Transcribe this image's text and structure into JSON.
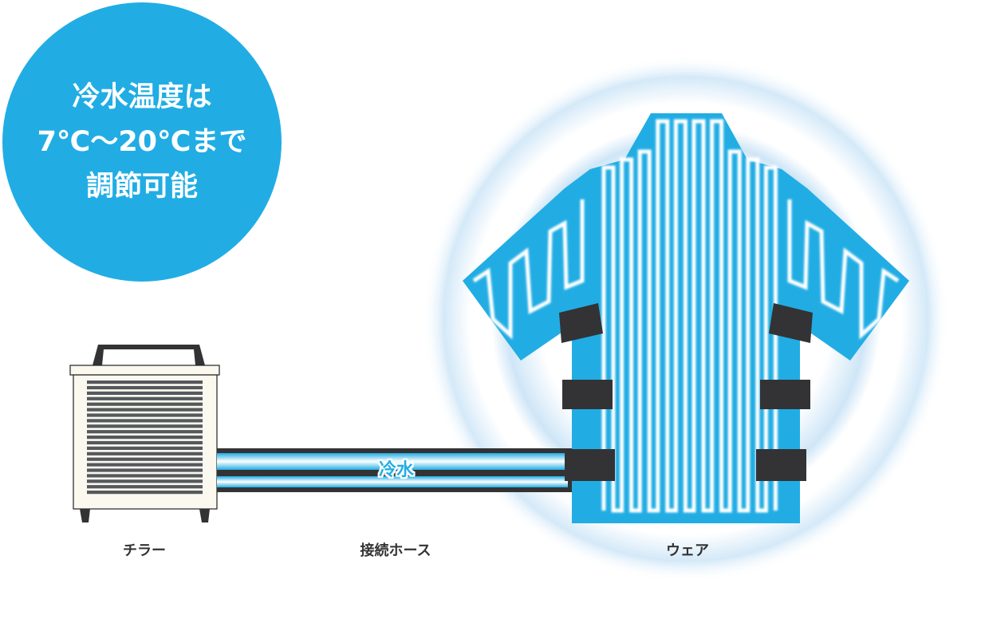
{
  "badge": {
    "lines": [
      "冷水温度は",
      "7℃～20℃まで",
      "調節可能"
    ]
  },
  "labels": {
    "chiller": "チラー",
    "hose": "接続ホース",
    "wear": "ウェア"
  },
  "hose_label": "冷水",
  "colors": {
    "blue": "#21ade4",
    "dark": "#333335",
    "chiller_body": "#faf8ef"
  }
}
